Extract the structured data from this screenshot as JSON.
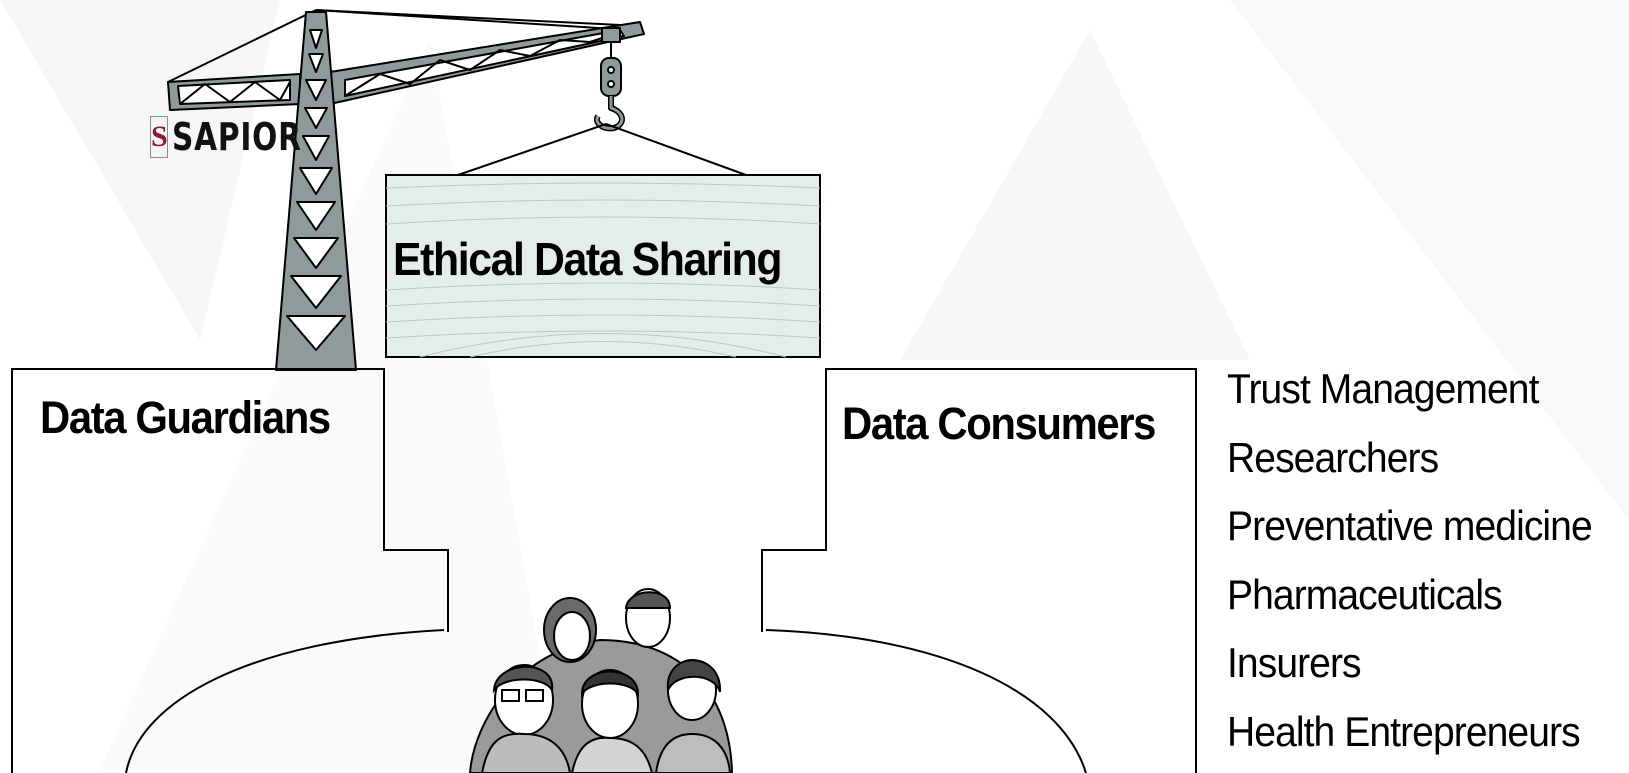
{
  "brand": {
    "mark": "S",
    "name": "SAPIOR"
  },
  "sign": {
    "title": "Ethical Data Sharing"
  },
  "boxes": {
    "guardians_title": "Data Guardians",
    "consumers_title": "Data Consumers"
  },
  "consumers": {
    "items": [
      "Trust Management",
      "Researchers",
      "Preventative medicine",
      "Pharmaceuticals",
      "Insurers",
      "Health Entrepreneurs"
    ]
  },
  "icons": {
    "crane": "crane-icon",
    "hook": "crane-hook-icon",
    "people": "people-group-icon"
  },
  "colors": {
    "crane": "#8f9a9a",
    "sign_fill": "#e3eeec",
    "outline": "#000000"
  }
}
